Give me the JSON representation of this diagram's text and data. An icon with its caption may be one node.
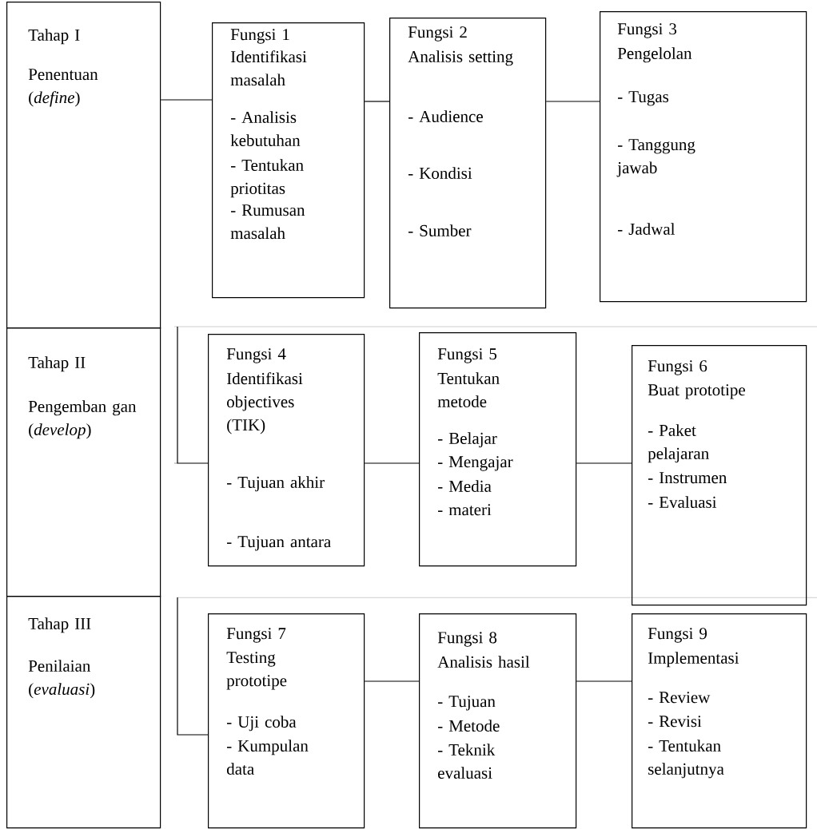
{
  "diagram": {
    "nodes": [
      {
        "text": [
          "Tahap I",
          "Penentuan (*define*)"
        ]
      },
      {
        "text": [
          "Fungsi 1",
          "Identifikasi masalah",
          "- Analisis kebutuhan",
          "- Tentukan priotitas",
          "- Rumusan masalah"
        ]
      },
      {
        "text": [
          "Fungsi 2",
          "Analisis setting",
          "- Audience",
          "- Kondisi",
          "- Sumber"
        ]
      },
      {
        "text": [
          "Fungsi 3",
          "Pengelolan",
          "- Tugas",
          "- Tanggung jawab",
          "- Jadwal"
        ]
      },
      {
        "text": [
          "Tahap II",
          "Pengemban gan (*develop*)"
        ]
      },
      {
        "text": [
          "Fungsi 4",
          "Identifikasi objectives (TIK)",
          "- Tujuan akhir",
          "- Tujuan antara"
        ]
      },
      {
        "text": [
          "Fungsi 5",
          "Tentukan metode",
          "- Belajar",
          "- Mengajar",
          "- Media",
          "- materi"
        ]
      },
      {
        "text": [
          "Fungsi 6",
          "Buat prototipe",
          "- Paket pelajaran",
          "- Instrumen",
          "- Evaluasi"
        ]
      },
      {
        "text": [
          "Tahap III",
          "Penilaian (*evaluasi*)"
        ]
      },
      {
        "text": [
          "Fungsi 7",
          "Testing prototipe",
          "- Uji coba",
          "- Kumpulan data"
        ]
      },
      {
        "text": [
          "Fungsi 8",
          "Analisis hasil",
          "- Tujuan",
          "- Metode",
          "- Teknik evaluasi"
        ]
      },
      {
        "text": [
          "Fungsi 9",
          "Implementasi",
          "- Review",
          "- Revisi",
          "- Tentukan selanjutnya"
        ]
      }
    ],
    "edges": [
      {
        "from": 0,
        "to": 1,
        "arrow": "none"
      },
      {
        "from": 1,
        "to": 2,
        "arrow": "none"
      },
      {
        "from": 2,
        "to": 3,
        "arrow": "none"
      },
      {
        "from": null,
        "to": 5,
        "arrow": "none"
      },
      {
        "from": 5,
        "to": 6,
        "arrow": "none"
      },
      {
        "from": 6,
        "to": 7,
        "arrow": "none"
      },
      {
        "from": null,
        "to": 9,
        "arrow": "none"
      },
      {
        "from": 9,
        "to": 10,
        "arrow": "none"
      },
      {
        "from": 10,
        "to": 11,
        "arrow": "none"
      }
    ]
  }
}
